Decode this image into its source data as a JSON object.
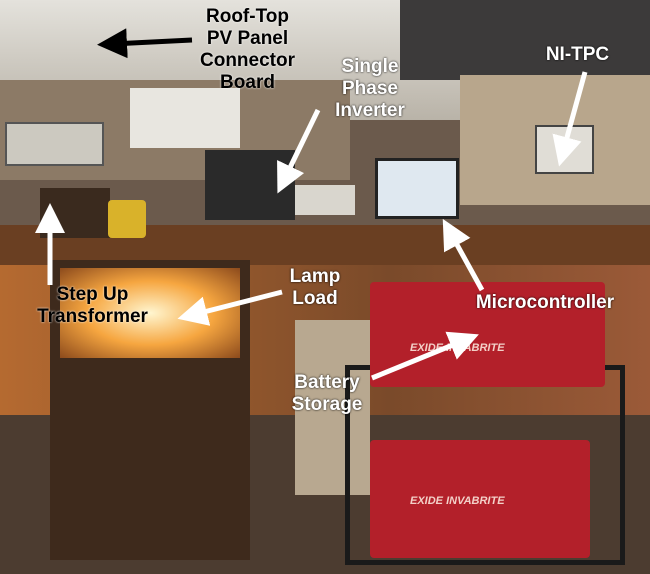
{
  "labels": {
    "connector_board": [
      "Roof-Top",
      "PV Panel",
      "Connector",
      "Board"
    ],
    "inverter": [
      "Single",
      "Phase",
      "Inverter"
    ],
    "ni_tpc": "NI-TPC",
    "lamp_load": [
      "Lamp",
      "Load"
    ],
    "transformer": [
      "Step Up",
      "Transformer"
    ],
    "microcontroller": "Microcontroller",
    "battery": [
      "Battery",
      "Storage"
    ]
  },
  "battery_brand": "EXIDE INVABRITE",
  "colors": {
    "battery_red": "#b3202a",
    "lamp_glow": "#f6a640",
    "desk": "#7a4a2a",
    "wall": "#d8d6cf"
  }
}
